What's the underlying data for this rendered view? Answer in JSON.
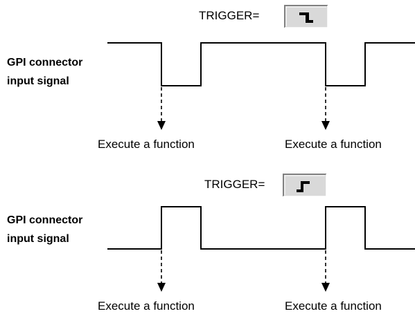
{
  "diagrams": [
    {
      "trigger_label": "TRIGGER=",
      "trigger_icon": "falling-edge-icon",
      "signal_label_line1": "GPI connector",
      "signal_label_line2": "input signal",
      "event_caption_1": "Execute a function",
      "event_caption_2": "Execute a function"
    },
    {
      "trigger_label": "TRIGGER=",
      "trigger_icon": "rising-edge-icon",
      "signal_label_line1": "GPI connector",
      "signal_label_line2": "input signal",
      "event_caption_1": "Execute a function",
      "event_caption_2": "Execute a function"
    }
  ],
  "colors": {
    "button_face": "#d9d9d9",
    "button_light": "#ffffff",
    "button_shadow": "#808080",
    "ink": "#000000"
  }
}
